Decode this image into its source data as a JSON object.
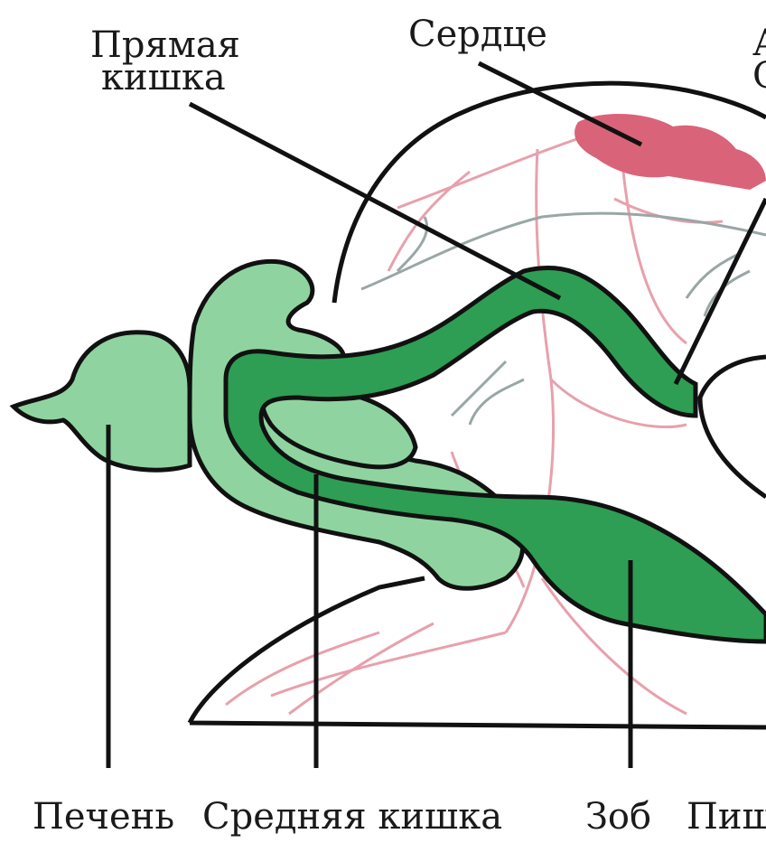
{
  "labels": {
    "rectum_line1": "Прямая",
    "rectum_line2": "кишка",
    "heart": "Сердце",
    "cut_right_top": "А",
    "cut_right_bottom": "С",
    "liver": "Печень",
    "midgut": "Средняя кишка",
    "crop": "Зоб",
    "cut_bottom_right": "Пищ"
  },
  "colors": {
    "outline": "#111111",
    "light_green": "#8fd4a0",
    "dark_green": "#2e9e54",
    "heart_pink": "#d9647a",
    "vessel_pink": "#e8a0ad",
    "nerve_gray": "#9aa6a6"
  }
}
